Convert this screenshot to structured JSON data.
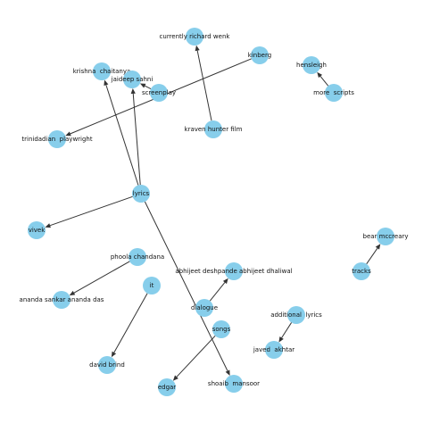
{
  "graph": {
    "node_color": "#87ceeb",
    "edge_color": "#333333",
    "nodes": [
      {
        "id": "lyrics",
        "label": "lyrics"
      },
      {
        "id": "krishna",
        "label": "krishna  chaitanya"
      },
      {
        "id": "jaideep",
        "label": "jaideep sahni"
      },
      {
        "id": "vivek",
        "label": "vivek"
      },
      {
        "id": "shoaib",
        "label": "shoaib  mansoor"
      },
      {
        "id": "screenplay",
        "label": "screenplay"
      },
      {
        "id": "kinberg",
        "label": "kinberg"
      },
      {
        "id": "trinidadian",
        "label": "trinidadian  playwright"
      },
      {
        "id": "currently",
        "label": "currently richard wenk"
      },
      {
        "id": "kraven",
        "label": "kraven hunter film"
      },
      {
        "id": "hensleigh",
        "label": "hensleigh"
      },
      {
        "id": "morescripts",
        "label": "more  scripts"
      },
      {
        "id": "phoola",
        "label": "phoola chandana"
      },
      {
        "id": "ananda",
        "label": "ananda sankar ananda das"
      },
      {
        "id": "it",
        "label": "it"
      },
      {
        "id": "davidbrind",
        "label": "david brind"
      },
      {
        "id": "abhijeet",
        "label": "abhijeet deshpande abhijeet dhaliwal"
      },
      {
        "id": "dialogue",
        "label": "dialogue"
      },
      {
        "id": "songs",
        "label": "songs"
      },
      {
        "id": "edgar",
        "label": "edgar"
      },
      {
        "id": "additional",
        "label": "additional  lyrics"
      },
      {
        "id": "javed",
        "label": "javed  akhtar"
      },
      {
        "id": "bear",
        "label": "bear mccreary"
      },
      {
        "id": "tracks",
        "label": "tracks"
      }
    ],
    "edges": [
      {
        "source": "lyrics",
        "target": "krishna"
      },
      {
        "source": "lyrics",
        "target": "jaideep"
      },
      {
        "source": "lyrics",
        "target": "vivek"
      },
      {
        "source": "lyrics",
        "target": "shoaib"
      },
      {
        "source": "kinberg",
        "target": "trinidadian"
      },
      {
        "source": "screenplay",
        "target": "jaideep"
      },
      {
        "source": "kraven",
        "target": "currently"
      },
      {
        "source": "morescripts",
        "target": "hensleigh"
      },
      {
        "source": "phoola",
        "target": "ananda"
      },
      {
        "source": "it",
        "target": "davidbrind"
      },
      {
        "source": "dialogue",
        "target": "abhijeet"
      },
      {
        "source": "songs",
        "target": "edgar"
      },
      {
        "source": "additional",
        "target": "javed"
      },
      {
        "source": "tracks",
        "target": "bear"
      }
    ]
  }
}
